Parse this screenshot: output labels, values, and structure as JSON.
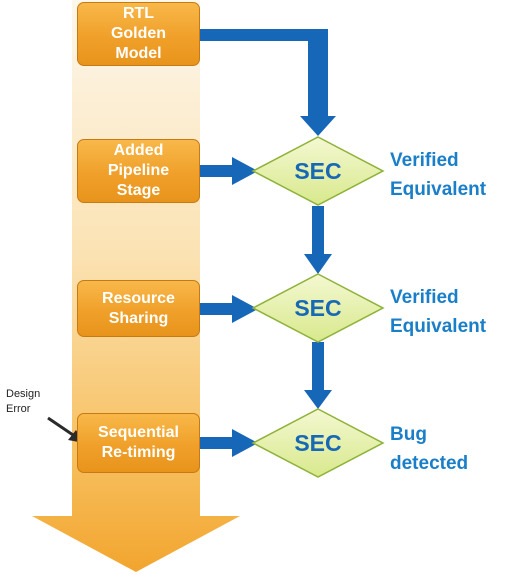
{
  "steps": [
    {
      "label": "RTL\nGolden\nModel"
    },
    {
      "label": "Added\nPipeline\nStage"
    },
    {
      "label": "Resource\nSharing"
    },
    {
      "label": "Sequential\nRe-timing"
    }
  ],
  "checks": [
    {
      "label": "SEC",
      "result": "Verified\nEquivalent"
    },
    {
      "label": "SEC",
      "result": "Verified\nEquivalent"
    },
    {
      "label": "SEC",
      "result": "Bug\ndetected"
    }
  ],
  "annotation": {
    "label": "Design\nError"
  },
  "colors": {
    "flow_arrow": "#1767b9",
    "box_fill": "#f0a02a",
    "diamond_fill": "#e6f0a8",
    "result_text": "#1a7fc8"
  }
}
